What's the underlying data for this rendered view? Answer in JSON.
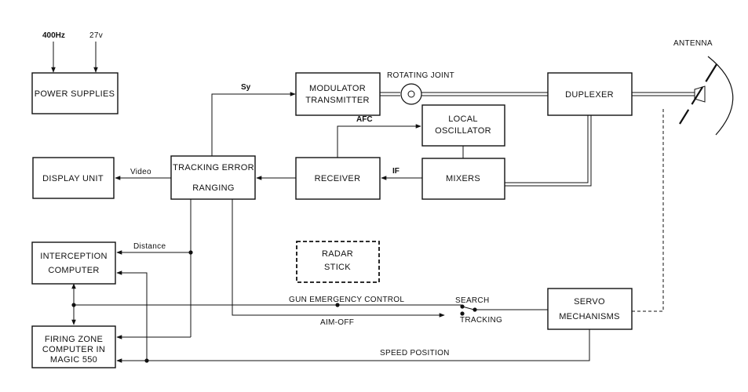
{
  "inputs": {
    "freq": "400Hz",
    "volt": "27v"
  },
  "blocks": {
    "power_supplies": "POWER  SUPPLIES",
    "display_unit": "DISPLAY  UNIT",
    "tracking_error": "TRACKING ERROR",
    "ranging": "RANGING",
    "modulator": "MODULATOR",
    "transmitter": "TRANSMITTER",
    "receiver": "RECEIVER",
    "local": "LOCAL",
    "oscillator": "OSCILLATOR",
    "mixers": "MIXERS",
    "duplexer": "DUPLEXER",
    "interception": "INTERCEPTION",
    "computer": "COMPUTER",
    "firing_zone": "FIRING  ZONE",
    "computer_in": "COMPUTER IN",
    "magic": "MAGIC  550",
    "radar": "RADAR",
    "stick": "STICK",
    "servo": "SERVO",
    "mechanisms": "MECHANISMS"
  },
  "signals": {
    "sy": "Sy",
    "rotating_joint": "ROTATING  JOINT",
    "antenna": "ANTENNA",
    "afc": "AFC",
    "if": "IF",
    "video": "Video",
    "distance": "Distance",
    "gun_emergency": "GUN   EMERGENCY  CONTROL",
    "search": "SEARCH",
    "aim_off": "AIM-OFF",
    "tracking": "TRACKING",
    "speed_position": "SPEED  POSITION"
  },
  "colors": {
    "ink": "#111111",
    "background": "#ffffff"
  }
}
